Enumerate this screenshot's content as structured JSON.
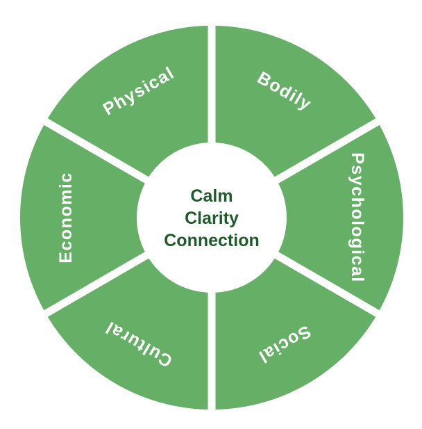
{
  "colors": {
    "segment": "#66af66",
    "segment_text": "#ffffff",
    "center": "#ffffff",
    "center_text": "#1f5c2c"
  },
  "center": {
    "lines": [
      "Calm",
      "Clarity",
      "Connection"
    ]
  },
  "segments": [
    {
      "label": "Bodily"
    },
    {
      "label": "Psychological"
    },
    {
      "label": "Social"
    },
    {
      "label": "Cultural"
    },
    {
      "label": "Economic"
    },
    {
      "label": "Physical"
    }
  ]
}
